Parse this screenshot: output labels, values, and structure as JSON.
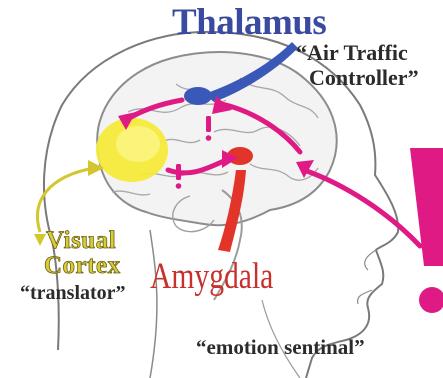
{
  "labels": {
    "thalamus": "Thalamus",
    "thalamus_role_line1": "“Air Traffic",
    "thalamus_role_line2": "Controller”",
    "visual_cortex_line1": "Visual",
    "visual_cortex_line2": "Cortex",
    "visual_cortex_role": "“translator”",
    "amygdala": "Amygdala",
    "amygdala_role": "“emotion sentinal”"
  },
  "colors": {
    "thalamus": "#3a58b8",
    "visual_cortex": "#f5ea3a",
    "amygdala": "#e3342a",
    "signal_arrows": "#e01a85",
    "outline": "#7a7a7a"
  },
  "icons": {
    "alert": "exclamation-icon"
  }
}
